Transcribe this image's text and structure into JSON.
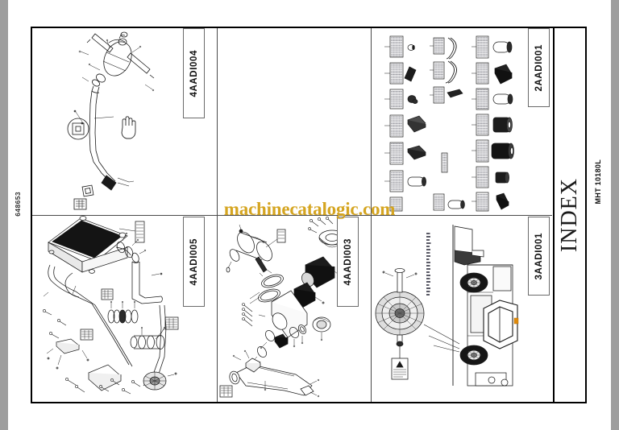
{
  "document": {
    "model_code": "MHT 10180L",
    "spine_title": "INDEX",
    "sheet_number": "648653",
    "watermark": "machinecatalogic.com"
  },
  "panels": [
    {
      "id": "panel-top-left",
      "code": "4AADI004",
      "figure_name": "exhaust-muffler-tailpipe-assembly",
      "position": "top-left"
    },
    {
      "id": "panel-top-middle",
      "code": "",
      "figure_name": "blank-panel",
      "position": "top-middle"
    },
    {
      "id": "panel-top-right",
      "code": "2AADI001",
      "figure_name": "filters-and-service-parts-chart",
      "position": "top-right"
    },
    {
      "id": "panel-bottom-left",
      "code": "4AADI005",
      "figure_name": "radiator-cooling-hose-assembly",
      "position": "bottom-left"
    },
    {
      "id": "panel-bottom-middle",
      "code": "4AADI003",
      "figure_name": "air-intake-filter-assembly",
      "position": "bottom-middle"
    },
    {
      "id": "panel-bottom-right",
      "code": "3AADI001",
      "figure_name": "telehandler-machine-overview",
      "position": "bottom-right"
    }
  ],
  "colors": {
    "watermark": "#d5a521",
    "frame_border": "#000000",
    "panel_divider": "#4a4a4a",
    "viewer_margin": "#9e9e9e",
    "artwork_line": "#1a1a1a",
    "artwork_fill_dark": "#2b2b2b"
  }
}
